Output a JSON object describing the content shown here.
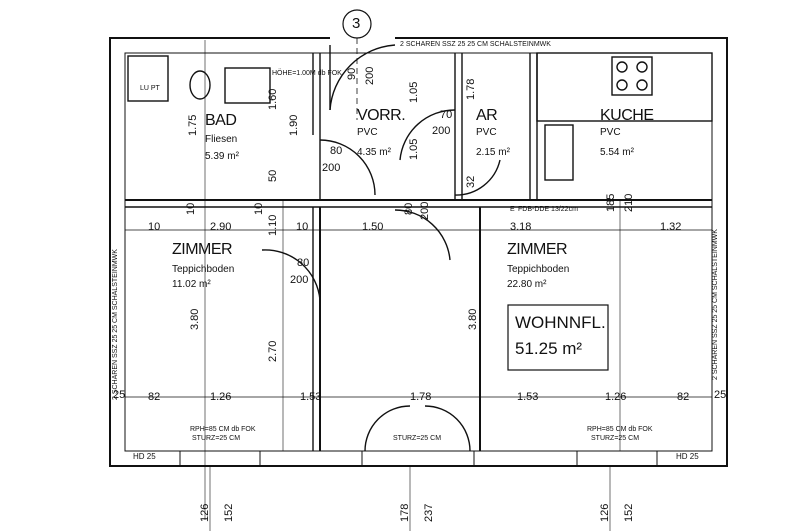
{
  "section_marker": "3",
  "wall_notes": {
    "top": "2 SCHAREN SSZ 25 25 CM SCHALSTEINMWK",
    "right": "2 SCHAREN SSZ 25 25 CM SCHALSTEINMWK",
    "left": "2 SCHAREN SSZ 25 25 CM SCHALSTEINMWK"
  },
  "rooms": {
    "bad": {
      "name": "BAD",
      "floor": "Fliesen",
      "area": "5.39 m²"
    },
    "vorr": {
      "name": "VORR.",
      "floor": "PVC",
      "area": "4.35 m²"
    },
    "ar": {
      "name": "AR",
      "floor": "PVC",
      "area": "2.15 m²"
    },
    "kueche": {
      "name": "KUCHE",
      "floor": "PVC",
      "area": "5.54 m²"
    },
    "zimmer_left": {
      "name": "ZIMMER",
      "floor": "Teppichboden",
      "area": "11.02 m²"
    },
    "zimmer_right": {
      "name": "ZIMMER",
      "floor": "Teppichboden",
      "area": "22.80 m²"
    }
  },
  "wohnflaeche": {
    "label": "WOHNNFL.",
    "value": "51.25 m²"
  },
  "fixture_labels": {
    "lu_pt": "LU PT",
    "hohe": "HÖHE=1.00M db FOK",
    "fdb": "FDB-DDE 13/22cm",
    "e": "E"
  },
  "door_dims": {
    "d_top_w": "90",
    "d_top_h": "200",
    "d_vorr_w": "70",
    "d_vorr_h": "200",
    "d_bad_w": "80",
    "d_bad_h": "200",
    "d_z_w": "80",
    "d_z_h": "200",
    "d_mid_w": "80",
    "d_mid_h": "200"
  },
  "dims": {
    "bad_v1": "1.75",
    "bad_v2": "1.60",
    "bad_v3": "1.90",
    "v_105a": "1.05",
    "v_105b": "1.05",
    "v_178": "1.78",
    "v_50": "50",
    "v_32": "32",
    "v_10a": "10",
    "v_10b": "10",
    "v_110": "1.10",
    "v_185": "185",
    "v_210": "210",
    "h_10a": "10",
    "h_290": "2.90",
    "h_10b": "10",
    "h_150": "1.50",
    "h_318": "3.18",
    "h_132": "1.32",
    "z_380l": "3.80",
    "z_270": "2.70",
    "z_380r": "3.80",
    "b_25a": "25",
    "b_82a": "82",
    "b_126a": "1.26",
    "b_153a": "1.53",
    "b_178": "1.78",
    "b_153b": "1.53",
    "b_126b": "1.26",
    "b_82b": "82",
    "b_25b": "25"
  },
  "window_notes": {
    "w1": "RPH=85 CM db FOK",
    "w1b": "STURZ=25 CM",
    "w2": "STURZ=25 CM",
    "w3": "RPH=85 CM db FOK",
    "w3b": "STURZ=25 CM"
  },
  "hd": {
    "left": "HD 25",
    "right": "HD 25"
  },
  "window_dims": {
    "w1a": "126",
    "w1b": "152",
    "w2a": "178",
    "w2b": "237",
    "w3a": "126",
    "w3b": "152"
  }
}
